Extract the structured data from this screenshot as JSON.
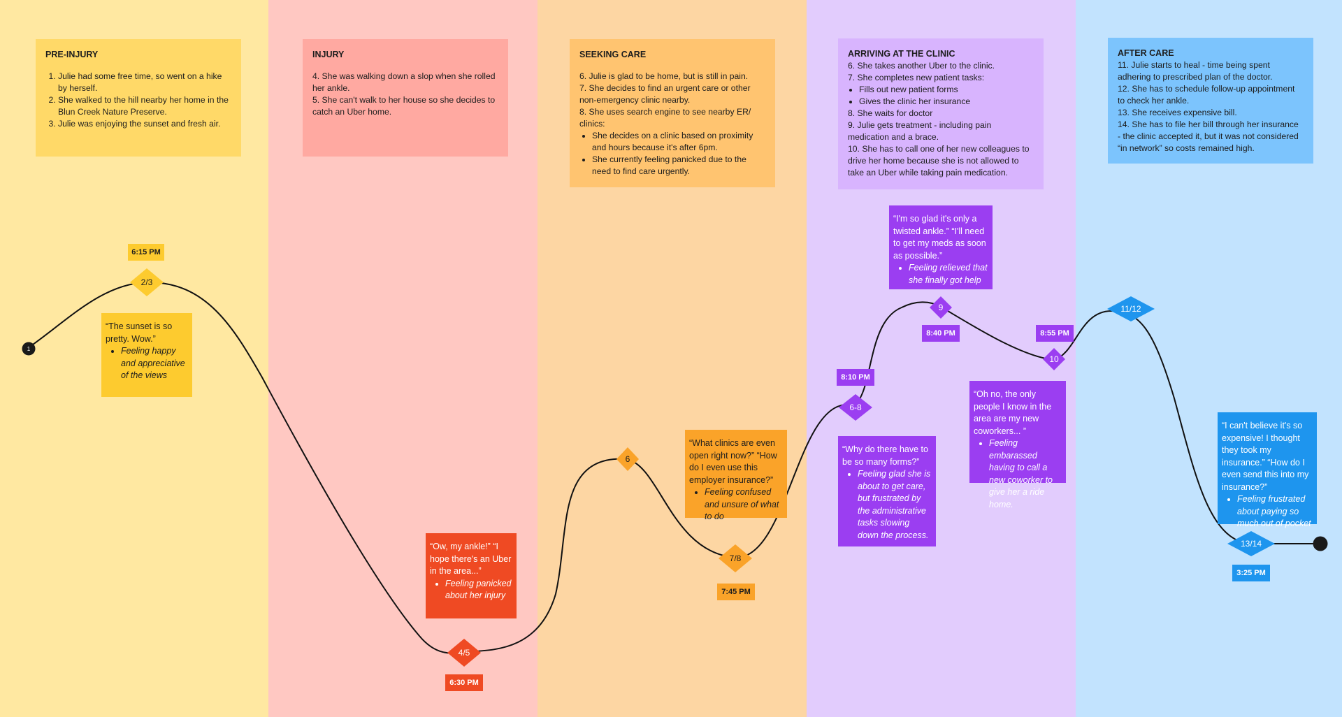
{
  "colors": {
    "preinjury_bg": "#FFE8A1",
    "injury_bg": "#FFC8C2",
    "seeking_bg": "#FDD6A3",
    "arriving_bg": "#E2CCFD",
    "after_bg": "#C2E3FE",
    "line": "#111111"
  },
  "phases": [
    {
      "id": "pre-injury",
      "title": "PRE-INJURY",
      "items": [
        "Julie had some free time, so went on a hike by herself.",
        "She walked to the hill nearby her home in the Blun Creek Nature Preserve.",
        "Julie was enjoying the sunset and fresh air."
      ]
    },
    {
      "id": "injury",
      "title": "INJURY",
      "lines": [
        "4. She was walking down a slop when she rolled her ankle.",
        "5. She can't walk to her house so she decides to catch an Uber home."
      ]
    },
    {
      "id": "seeking-care",
      "title": "SEEKING CARE",
      "lines": [
        "6. Julie is glad to be home, but is still in pain.",
        "7.  She decides to find an urgent care or other non-emergency clinic nearby.",
        "8. She uses search engine to see nearby ER/ clinics:"
      ],
      "subitems": [
        "She decides on a clinic based on proximity and hours because it's after 6pm.",
        "She currently feeling panicked due to the need to find care urgently."
      ]
    },
    {
      "id": "arriving",
      "title": "ARRIVING AT THE CLINIC",
      "line_a": "6. She takes another Uber to the clinic.",
      "line_b": "7. She completes new patient tasks:",
      "subitems": [
        "Fills out new patient forms",
        "Gives the clinic her insurance"
      ],
      "lines_after": [
        "8. She waits for doctor",
        "9. Julie gets treatment - including pain medication and a brace.",
        "10. She has to call one of her new colleagues to drive her home because she is not allowed to take an Uber while taking pain medication."
      ]
    },
    {
      "id": "after-care",
      "title": "AFTER CARE",
      "lines": [
        "11. Julie starts to heal - time being spent adhering to prescribed plan of the doctor.",
        "12. She has to schedule follow-up appointment to check her ankle.",
        "13. She receives expensive bill.",
        "14. She has to file her bill through her insurance - the clinic accepted it, but it was not considered “in network” so costs remained high."
      ]
    }
  ],
  "quotes": [
    {
      "id": "q-23",
      "text": "“The sunset is so pretty. Wow.”",
      "feeling": "Feeling happy and appreciative of the views"
    },
    {
      "id": "q-45",
      "text": "“Ow, my ankle!” “I hope there's an Uber in the area...”",
      "feeling": "Feeling panicked about her injury"
    },
    {
      "id": "q-78",
      "text": "“What clinics are even open right now?” “How do I even use this employer insurance?”",
      "feeling": "Feeling confused and unsure of what to do"
    },
    {
      "id": "q-9",
      "text": "“I'm so glad it's only a twisted ankle.” “I'll need to get my meds as soon as possible.”",
      "feeling": "Feeling relieved that she finally got help"
    },
    {
      "id": "q-68",
      "text": "“Why do there have to be so many forms?”",
      "feeling": "Feeling glad she is about to get care, but frustrated by the administrative tasks slowing down the process."
    },
    {
      "id": "q-10",
      "text": "“Oh no, the only people I know in the area are my new coworkers... ”",
      "feeling": "Feeling embarassed having to call a new coworker to give her a ride home."
    },
    {
      "id": "q-1314",
      "text": "“I can't believe it's so expensive! I thought they took my insurance.” “How do I even send this into my insurance?”",
      "feeling": "Feeling frustrated about paying so much out of pocket"
    }
  ],
  "nodes": [
    {
      "id": "start",
      "label": "1"
    },
    {
      "id": "n-23",
      "label": "2/3"
    },
    {
      "id": "n-45",
      "label": "4/5"
    },
    {
      "id": "n-6",
      "label": "6"
    },
    {
      "id": "n-78",
      "label": "7/8"
    },
    {
      "id": "n-68",
      "label": "6-8"
    },
    {
      "id": "n-9",
      "label": "9"
    },
    {
      "id": "n-10",
      "label": "10"
    },
    {
      "id": "n-1112",
      "label": "11/12"
    },
    {
      "id": "n-1314",
      "label": "13/14"
    },
    {
      "id": "end",
      "label": ""
    }
  ],
  "times": [
    {
      "id": "t-615",
      "label": "6:15 PM"
    },
    {
      "id": "t-630",
      "label": "6:30 PM"
    },
    {
      "id": "t-745",
      "label": "7:45 PM"
    },
    {
      "id": "t-810",
      "label": "8:10 PM"
    },
    {
      "id": "t-840",
      "label": "8:40 PM"
    },
    {
      "id": "t-855",
      "label": "8:55 PM"
    },
    {
      "id": "t-325",
      "label": "3:25 PM"
    }
  ]
}
